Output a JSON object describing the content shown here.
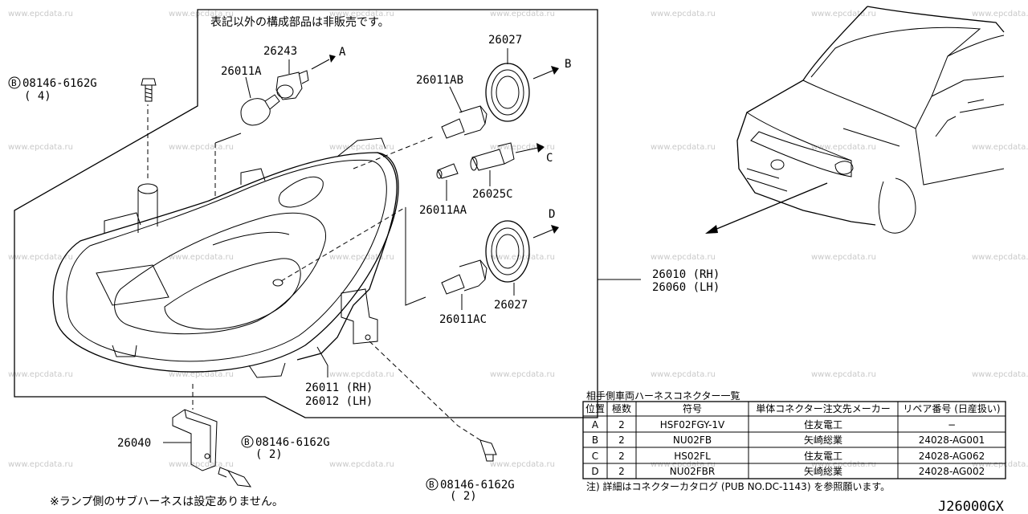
{
  "watermark": "www.epcdata.ru",
  "notice_top": "表記以外の構成部品は非販売です。",
  "notice_bottom": "※ランプ側のサブハーネスは設定ありません。",
  "diagram_code": "J26000GX",
  "parts": {
    "p26243": "26243",
    "p26011A": "26011A",
    "p26011AB": "26011AB",
    "p26027_top": "26027",
    "p26011AA": "26011AA",
    "p26025C": "26025C",
    "p26027_bottom": "26027",
    "p26011AC": "26011AC",
    "assembly_rh": "26010 (RH)",
    "assembly_lh": "26060 (LH)",
    "housing_rh": "26011 (RH)",
    "housing_lh": "26012 (LH)",
    "bracket": "26040"
  },
  "bolts": [
    {
      "number": "08146-6162G",
      "qty": "( 4)"
    },
    {
      "number": "08146-6162G",
      "qty": "( 2)"
    },
    {
      "number": "08146-6162G",
      "qty": "( 2)"
    }
  ],
  "bolt_prefix": "B",
  "arrows": {
    "a": "A",
    "b": "B",
    "c": "C",
    "d": "D"
  },
  "table": {
    "title": "相手側車両ハーネスコネクター一覧",
    "headers": [
      "位置",
      "極数",
      "符号",
      "単体コネクター注文先メーカー",
      "リペア番号 (日産扱い)"
    ],
    "rows": [
      [
        "A",
        "2",
        "HSF02FGY-1V",
        "住友電工",
        "−"
      ],
      [
        "B",
        "2",
        "NU02FB",
        "矢崎総業",
        "24028-AG001"
      ],
      [
        "C",
        "2",
        "HS02FL",
        "住友電工",
        "24028-AG062"
      ],
      [
        "D",
        "2",
        "NU02FBR",
        "矢崎総業",
        "24028-AG002"
      ]
    ],
    "note": "注) 詳細はコネクターカタログ (PUB NO.DC-1143) を参照願います。"
  }
}
